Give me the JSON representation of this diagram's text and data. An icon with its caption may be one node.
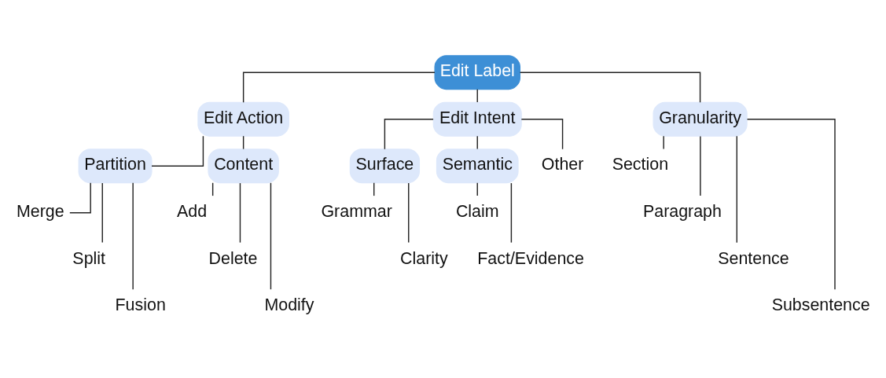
{
  "diagram": {
    "nodes": [
      {
        "text": [
          "Edit Label"
        ]
      },
      {
        "text": [
          "Edit Action"
        ]
      },
      {
        "text": [
          "Edit Intent"
        ]
      },
      {
        "text": [
          "Granularity"
        ]
      },
      {
        "text": [
          "Partition"
        ]
      },
      {
        "text": [
          "Content"
        ]
      },
      {
        "text": [
          "Surface"
        ]
      },
      {
        "text": [
          "Semantic"
        ]
      },
      {
        "text": [
          "Other"
        ]
      },
      {
        "text": [
          "Merge"
        ]
      },
      {
        "text": [
          "Split"
        ]
      },
      {
        "text": [
          "Fusion"
        ]
      },
      {
        "text": [
          "Add"
        ]
      },
      {
        "text": [
          "Delete"
        ]
      },
      {
        "text": [
          "Modify"
        ]
      },
      {
        "text": [
          "Grammar"
        ]
      },
      {
        "text": [
          "Clarity"
        ]
      },
      {
        "text": [
          "Claim"
        ]
      },
      {
        "text": [
          "Fact/Evidence"
        ]
      },
      {
        "text": [
          "Section"
        ]
      },
      {
        "text": [
          "Paragraph"
        ]
      },
      {
        "text": [
          "Sentence"
        ]
      },
      {
        "text": [
          "Subsentence"
        ]
      }
    ],
    "edges": [
      {
        "from": 0,
        "to": 1,
        "arrow": "none"
      },
      {
        "from": 0,
        "to": 2,
        "arrow": "none"
      },
      {
        "from": 0,
        "to": 3,
        "arrow": "none"
      },
      {
        "from": 1,
        "to": 4,
        "arrow": "none"
      },
      {
        "from": 1,
        "to": 5,
        "arrow": "none"
      },
      {
        "from": 2,
        "to": 6,
        "arrow": "none"
      },
      {
        "from": 2,
        "to": 7,
        "arrow": "none"
      },
      {
        "from": 2,
        "to": 8,
        "arrow": "none"
      },
      {
        "from": 4,
        "to": 9,
        "arrow": "none"
      },
      {
        "from": 4,
        "to": 10,
        "arrow": "none"
      },
      {
        "from": 4,
        "to": 11,
        "arrow": "none"
      },
      {
        "from": 5,
        "to": 12,
        "arrow": "none"
      },
      {
        "from": 5,
        "to": 13,
        "arrow": "none"
      },
      {
        "from": 5,
        "to": 14,
        "arrow": "none"
      },
      {
        "from": 6,
        "to": 15,
        "arrow": "none"
      },
      {
        "from": 6,
        "to": 16,
        "arrow": "none"
      },
      {
        "from": 7,
        "to": 17,
        "arrow": "none"
      },
      {
        "from": 7,
        "to": 18,
        "arrow": "none"
      },
      {
        "from": 3,
        "to": 19,
        "arrow": "none"
      },
      {
        "from": 3,
        "to": 20,
        "arrow": "none"
      },
      {
        "from": 3,
        "to": 21,
        "arrow": "none"
      },
      {
        "from": 3,
        "to": 22,
        "arrow": "none"
      }
    ]
  }
}
